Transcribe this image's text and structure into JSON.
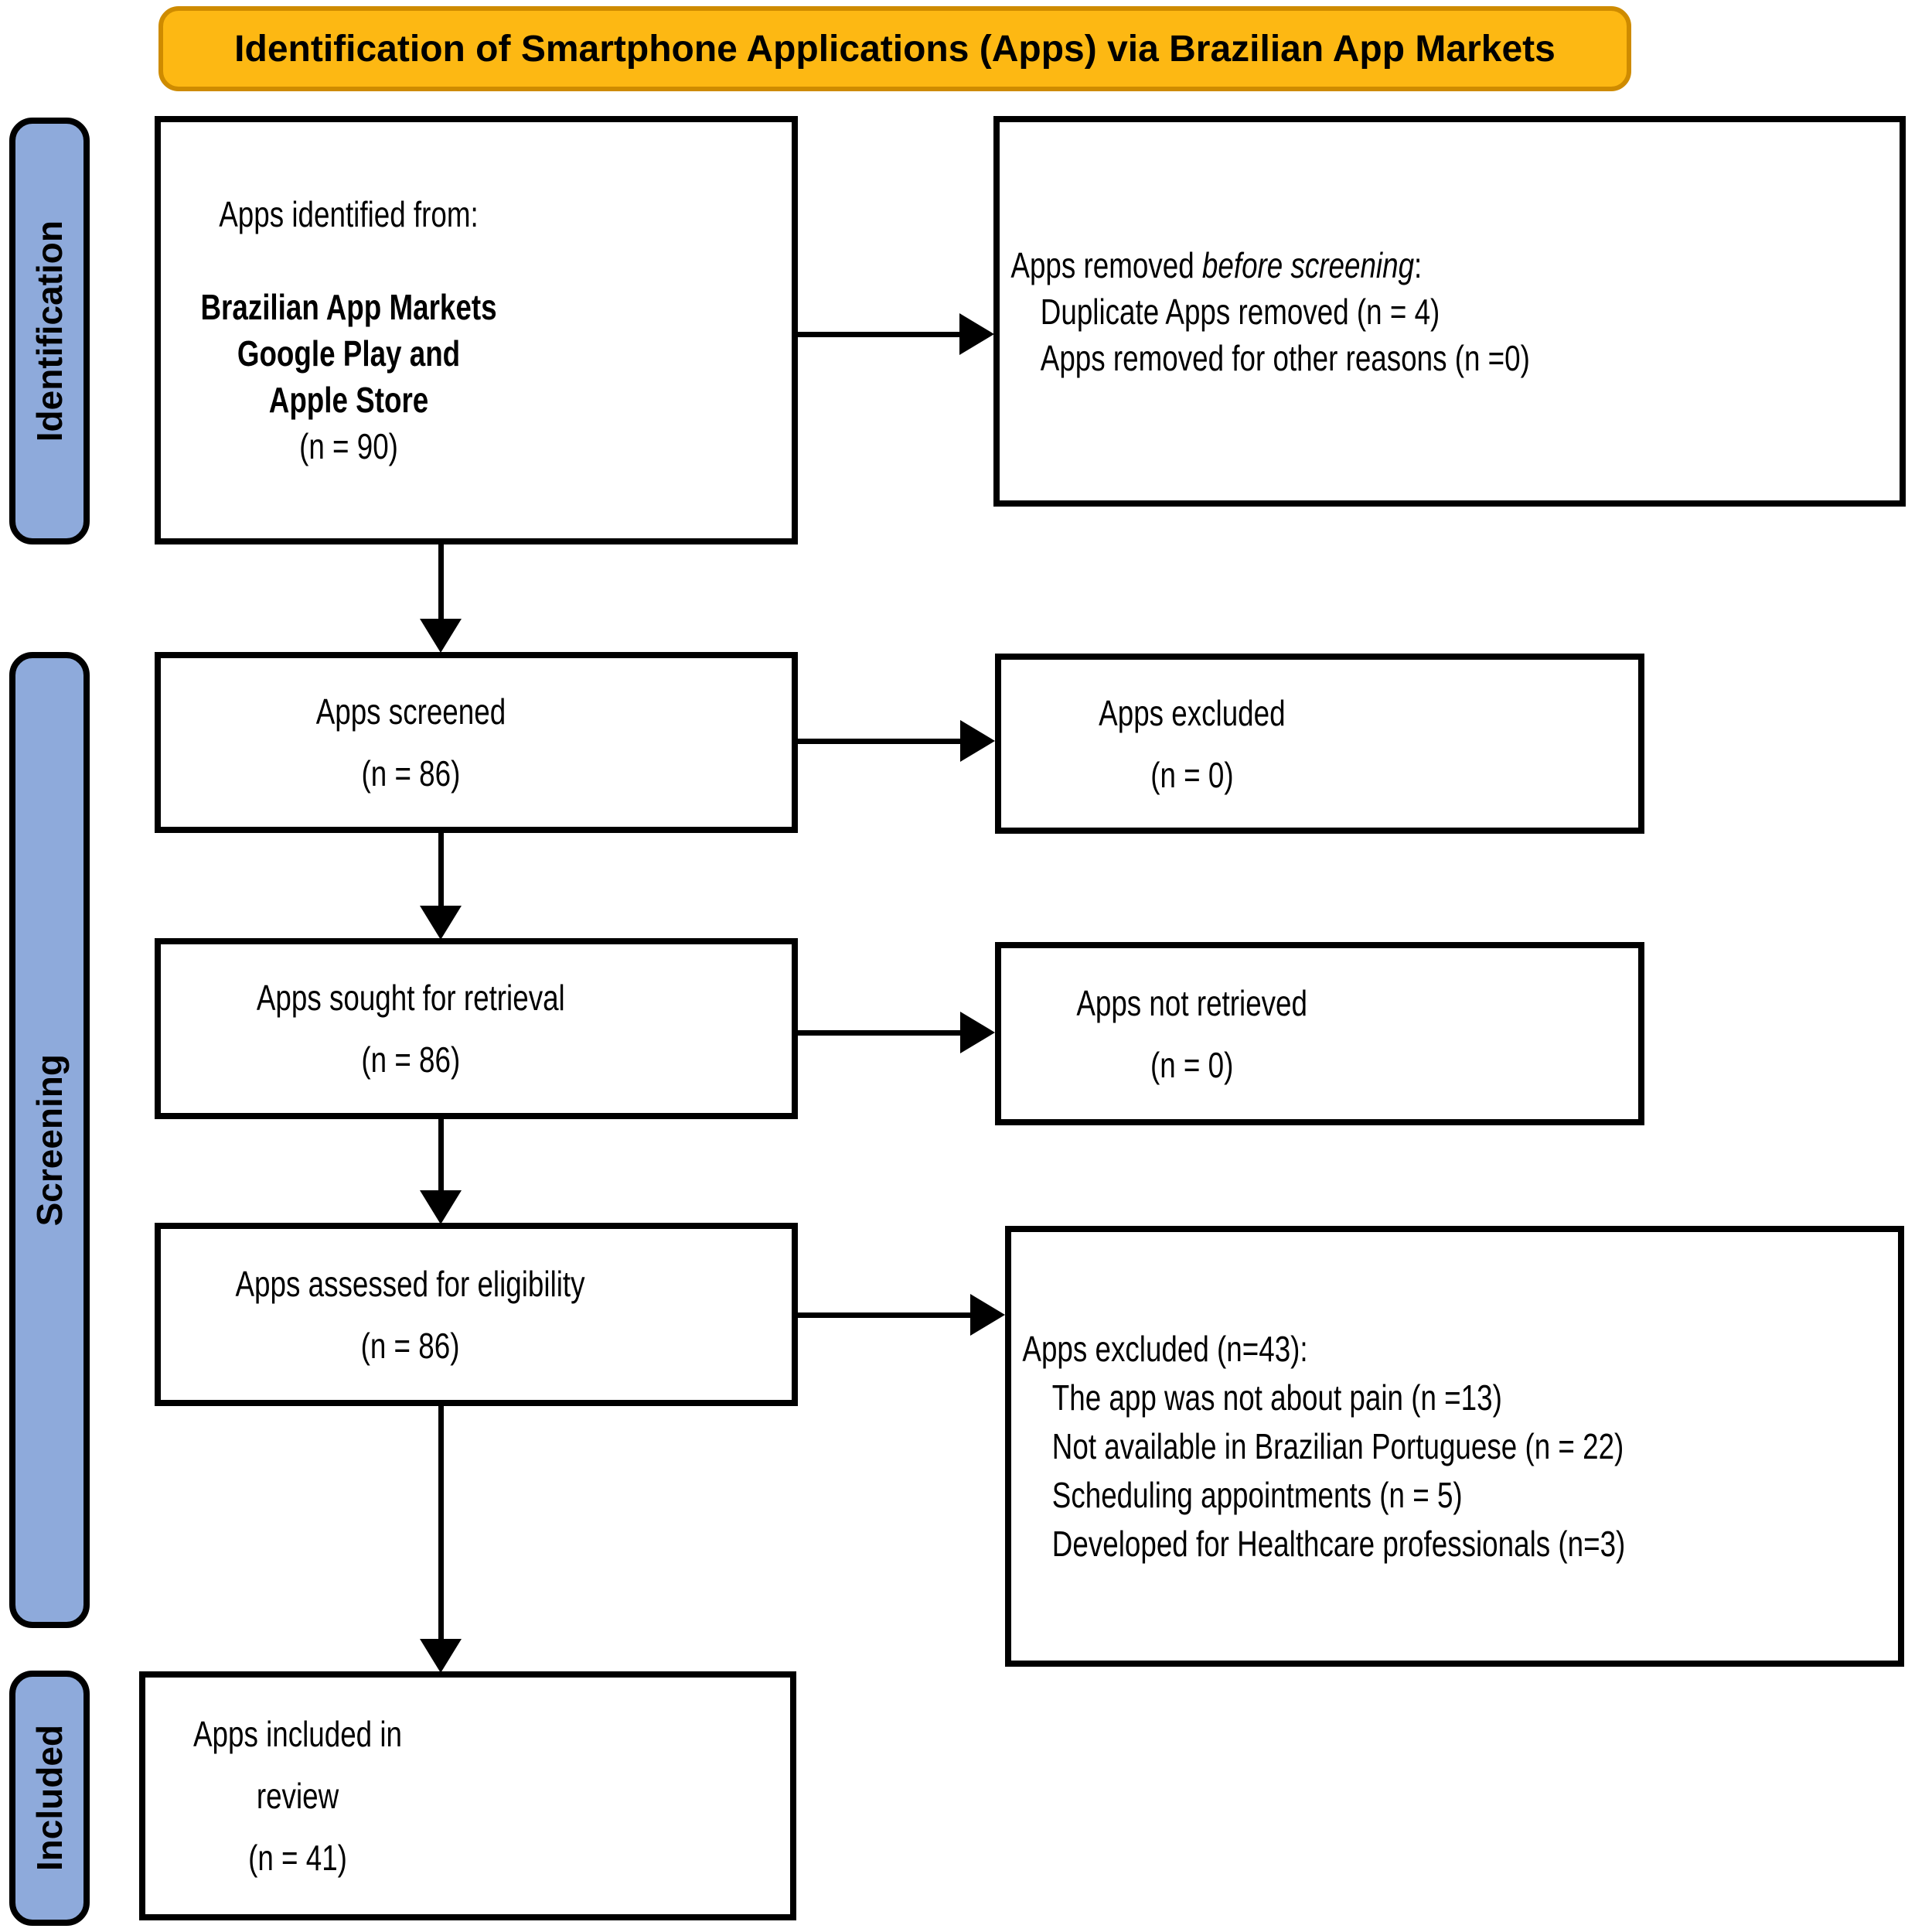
{
  "title_banner": {
    "label": "Identification of Smartphone Applications (Apps) via Brazilian App Markets",
    "bg": "#FDB813",
    "border": "#CE8B00"
  },
  "sidebar": {
    "color": "#8EAADB",
    "stages": [
      {
        "label": "Identification"
      },
      {
        "label": "Screening"
      },
      {
        "label": "Included"
      }
    ]
  },
  "flow": {
    "identified": {
      "line1": "Apps identified from:",
      "bold_lines": [
        "Brazilian App Markets",
        "Google Play and Apple Store"
      ],
      "count": "(n = 90)"
    },
    "removed_before_screening": {
      "prefix": "Apps removed ",
      "italic": "before screening",
      "suffix": ":",
      "items": [
        "Duplicate Apps removed (n = 4)",
        "Apps removed for other reasons (n =0)"
      ]
    },
    "screened": {
      "label": "Apps screened",
      "count": "(n = 86)"
    },
    "excluded": {
      "label": "Apps excluded",
      "count": "(n = 0)"
    },
    "sought": {
      "label": "Apps sought for retrieval",
      "count": "(n = 86)"
    },
    "not_retrieved": {
      "label": "Apps not retrieved",
      "count": "(n = 0)"
    },
    "assessed": {
      "label": "Apps assessed for eligibility",
      "count": "(n = 86)"
    },
    "excluded_eligibility": {
      "header": "Apps excluded (n=43):",
      "items": [
        "The app was not about pain (n =13)",
        "Not available in Brazilian Portuguese (n = 22)",
        "Scheduling appointments (n = 5)",
        "Developed for Healthcare professionals (n=3)"
      ]
    },
    "included_review": {
      "label": "Apps included in review",
      "count": "(n = 41)"
    }
  }
}
